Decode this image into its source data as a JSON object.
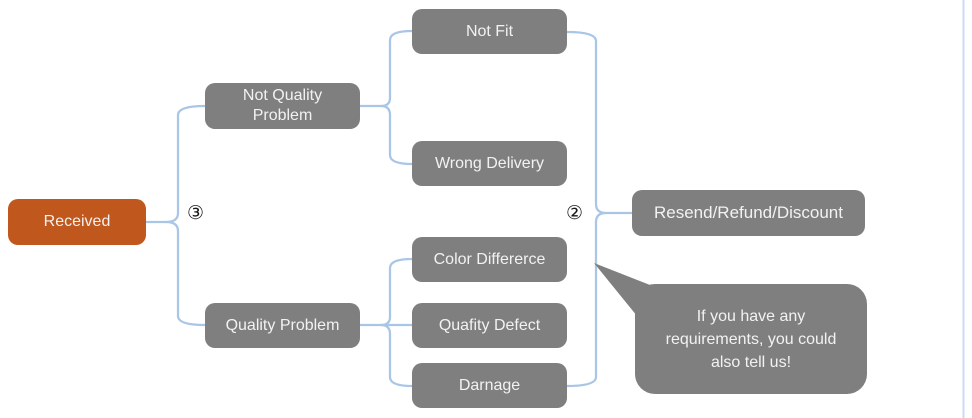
{
  "diagram": {
    "root": {
      "label": "Received"
    },
    "branches": {
      "not_quality_problem": {
        "label": "Not Quality Problem"
      },
      "quality_problem": {
        "label": "Quality Problem"
      }
    },
    "leaves": {
      "not_fit": {
        "label": "Not Fit"
      },
      "wrong_delivery": {
        "label": "Wrong Delivery"
      },
      "color_difference": {
        "label": "Color Differerce"
      },
      "quality_defect": {
        "label": "Quafity Defect"
      },
      "damage": {
        "label": "Darnage"
      }
    },
    "result": {
      "label": "Resend/Refund/Discount"
    },
    "callout": {
      "text": "If you have any requirements, you could also tell us!"
    },
    "markers": {
      "step2": "②",
      "step3": "③"
    }
  },
  "colors": {
    "root_fill": "#C0571C",
    "node_fill": "#7F7F7F",
    "connector": "#A9C6E7",
    "label": "#F2F2F2"
  }
}
